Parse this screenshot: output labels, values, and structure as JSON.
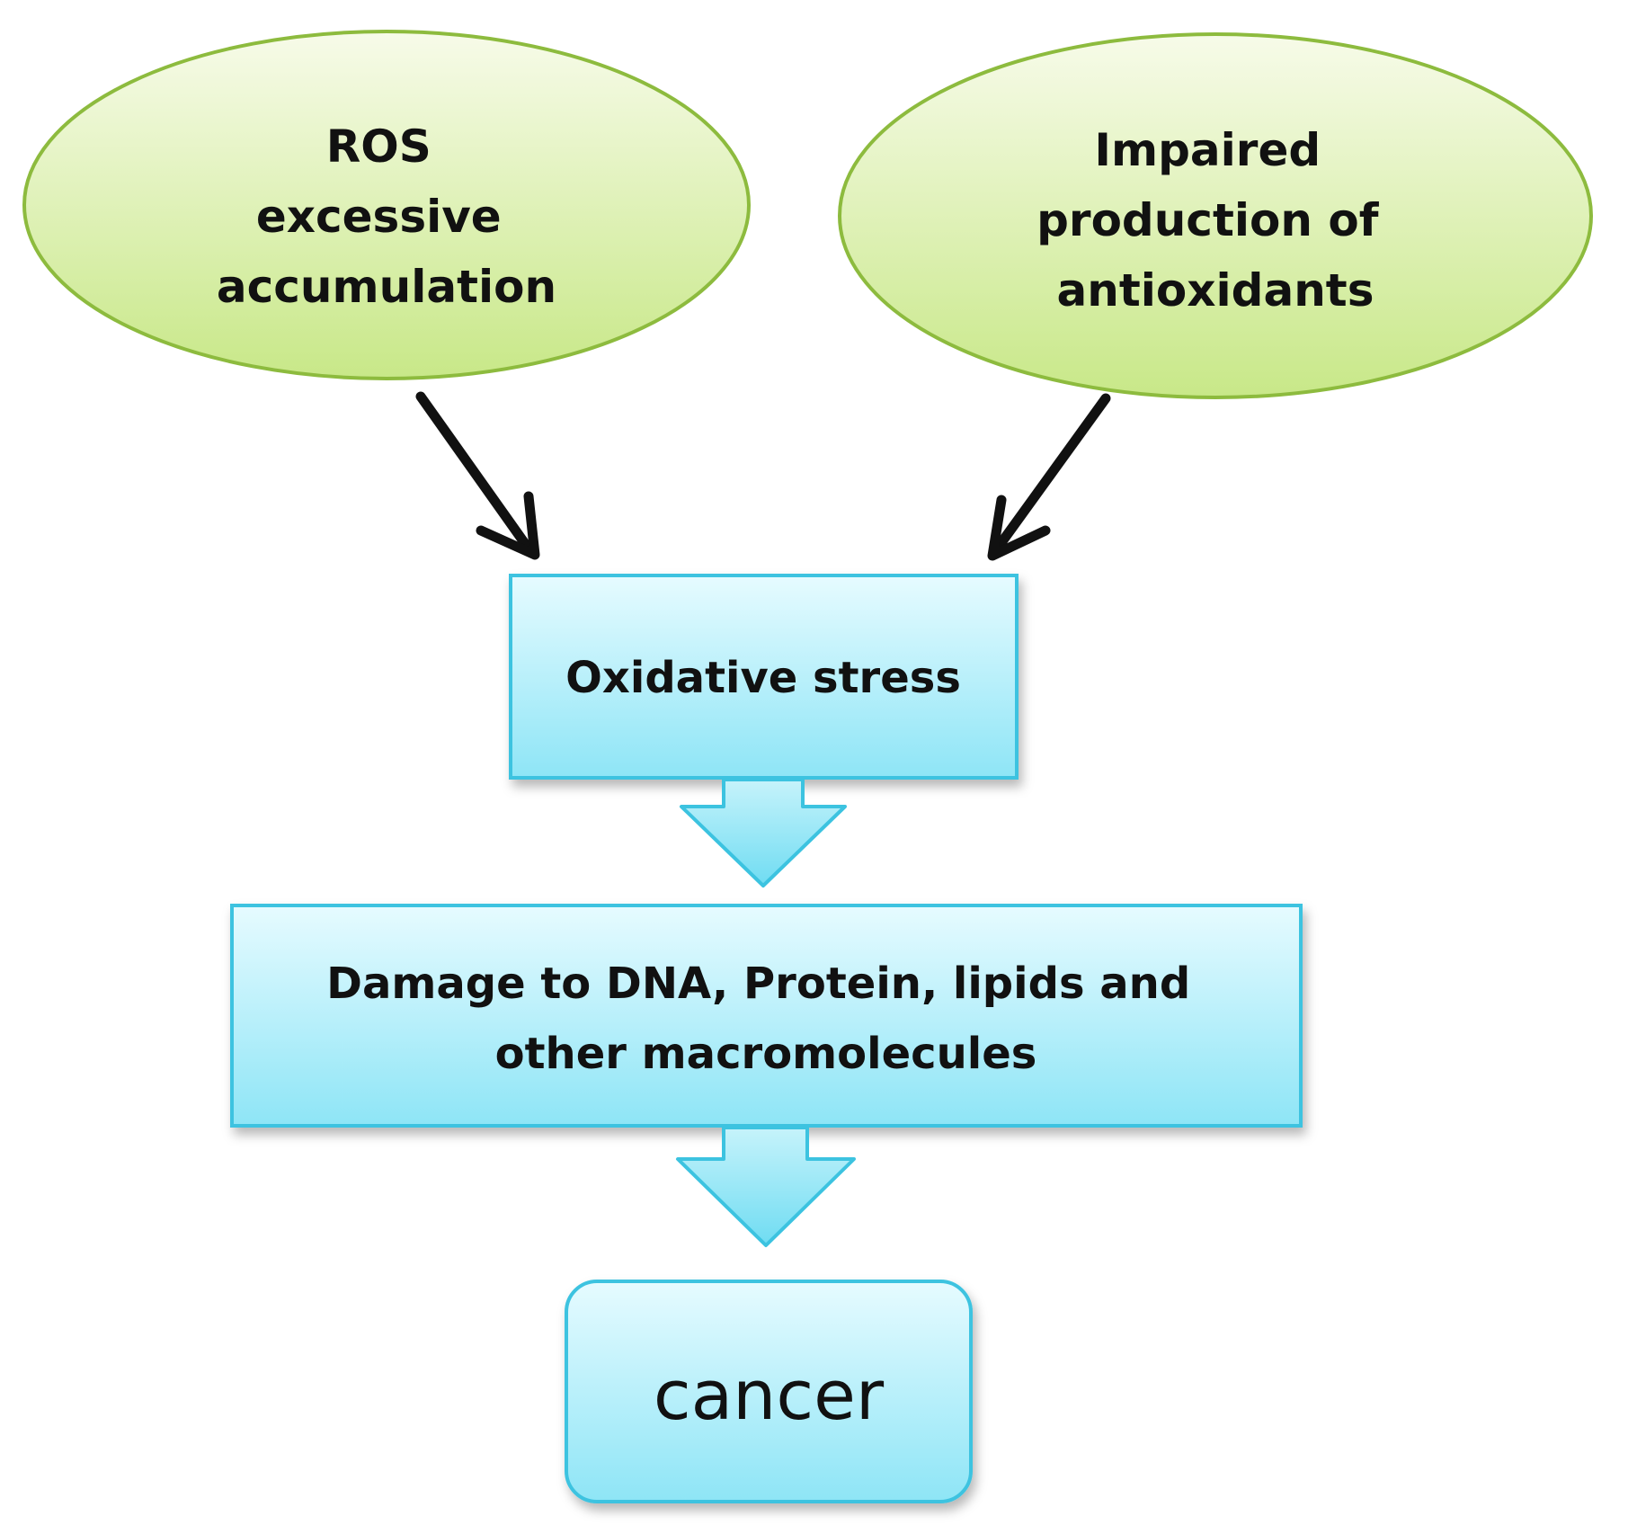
{
  "nodes": {
    "ros": {
      "lines": [
        "ROS",
        "excessive",
        "accumulation"
      ]
    },
    "antioxidants": {
      "lines": [
        "Impaired",
        "production of",
        "antioxidants"
      ]
    },
    "oxidative_stress": {
      "label": "Oxidative stress"
    },
    "damage": {
      "lines": [
        "Damage to DNA, Protein, lipids and",
        "other macromolecules"
      ]
    },
    "cancer": {
      "label": "cancer"
    }
  },
  "colors": {
    "ellipse_fill_top": "#f6fbe6",
    "ellipse_fill_bottom": "#c9e98a",
    "ellipse_stroke": "#8dbb3e",
    "box_fill_top": "#e4fbff",
    "box_fill_bottom": "#8fe6f7",
    "box_stroke": "#3cc3e0",
    "arrow_black": "#111111"
  }
}
